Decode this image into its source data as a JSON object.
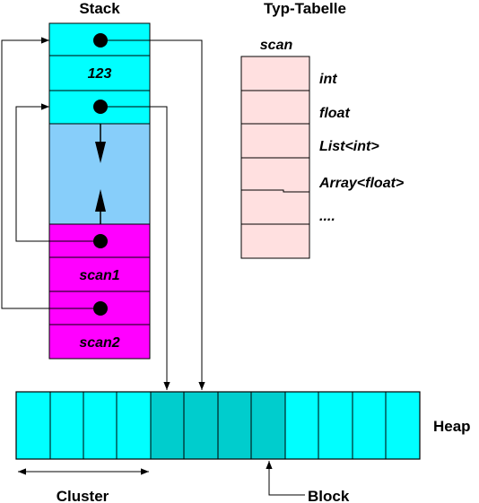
{
  "titles": {
    "stack": "Stack",
    "type_table": "Typ-Tabelle",
    "heap": "Heap",
    "cluster": "Cluster",
    "block": "Block"
  },
  "stack": {
    "cell_123": "123",
    "scan1": "scan1",
    "scan2": "scan2"
  },
  "type_table": {
    "header": "scan",
    "entries": [
      "int",
      "float",
      "List<int>",
      "Array<float>",
      "...."
    ]
  },
  "colors": {
    "stack_cyan": "#00ffff",
    "stack_light_blue": "#87cefa",
    "stack_magenta": "#ff00ff",
    "type_table_pink": "#ffe0e0",
    "heap_cyan": "#00ffff",
    "heap_block_teal": "#00cdcd"
  }
}
